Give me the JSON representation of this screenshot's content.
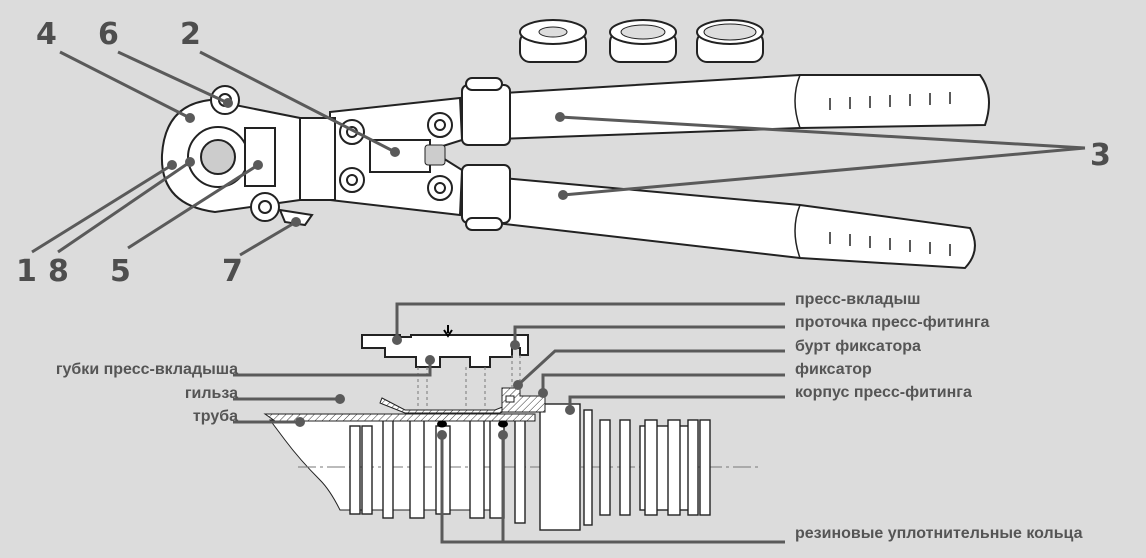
{
  "tool": {
    "callouts": [
      "4",
      "6",
      "2",
      "3",
      "1",
      "8",
      "5",
      "7"
    ]
  },
  "section": {
    "right_labels": [
      "пресс-вкладыш",
      "проточка пресс-фитинга",
      "бурт фиксатора",
      "фиксатор",
      "корпус пресс-фитинга",
      "резиновые уплотнительные кольца"
    ],
    "left_labels": [
      "губки пресс-вкладыша",
      "гильза",
      "труба"
    ]
  }
}
